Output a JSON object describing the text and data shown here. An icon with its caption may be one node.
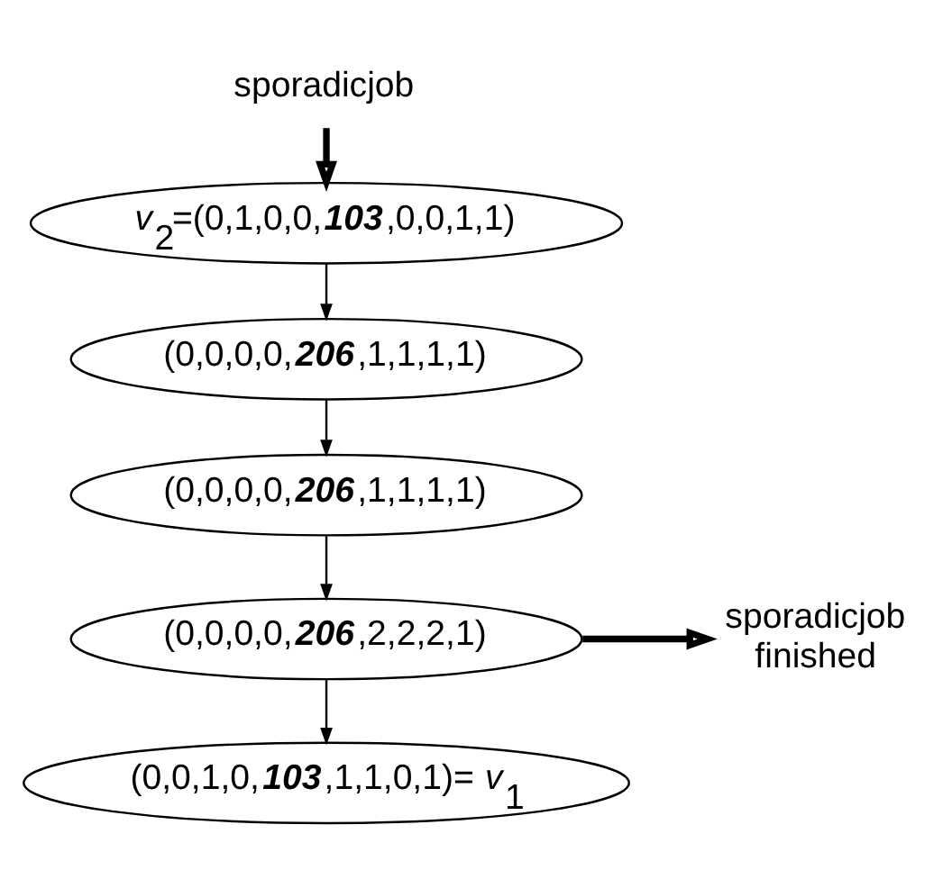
{
  "diagram": {
    "nodes": [
      {
        "text": [
          "sporadicjob"
        ]
      },
      {
        "text": [
          "*v*$_{2}$=(0,1,0,0,**103**,0,0,1,1)"
        ]
      },
      {
        "text": [
          "(0,0,0,0,**206**,1,1,1,1)"
        ]
      },
      {
        "text": [
          "(0,0,0,0,**206**,1,1,1,1)"
        ]
      },
      {
        "text": [
          "(0,0,0,0,**206**,2,2,2,1)"
        ]
      },
      {
        "text": [
          "sporadicjob finished"
        ]
      },
      {
        "text": [
          "(0,0,1,0,**103**,1,1,0,1)= *v*$_{1}$"
        ]
      }
    ],
    "edges": [
      {
        "from": 0,
        "to": 1,
        "arrow": "to",
        "style": "thick"
      },
      {
        "from": 1,
        "to": 2,
        "arrow": "to"
      },
      {
        "from": 2,
        "to": 3,
        "arrow": "to"
      },
      {
        "from": 3,
        "to": 4,
        "arrow": "to"
      },
      {
        "from": 4,
        "to": 5,
        "arrow": "to",
        "style": "thick"
      },
      {
        "from": 4,
        "to": 6,
        "arrow": "to"
      }
    ]
  }
}
